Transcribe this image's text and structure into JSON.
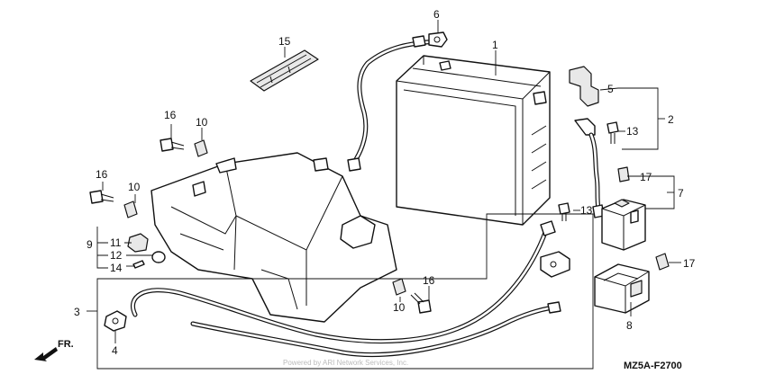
{
  "labels": {
    "battery": "1",
    "battery_cable_assy": "2",
    "starter_cable": "3",
    "bolt_terminal": "4",
    "cover_terminal": "5",
    "positive_terminal": "6",
    "starter_relay": "7",
    "fuse_box": "8",
    "bracket_group": "9",
    "clip_a": "10",
    "clip_b": "10",
    "clip_c": "10",
    "rubber_mount": "11",
    "collar": "12",
    "bolt_a": "13",
    "bolt_b": "13",
    "pin": "14",
    "battery_band": "15",
    "bolt_c": "16",
    "bolt_d": "16",
    "bolt_e": "16",
    "fuse_a": "17",
    "fuse_b": "17"
  },
  "front_marker": "FR.",
  "part_code": "MZ5A-F2700",
  "watermark": "Powered by ARI Network Services, Inc."
}
